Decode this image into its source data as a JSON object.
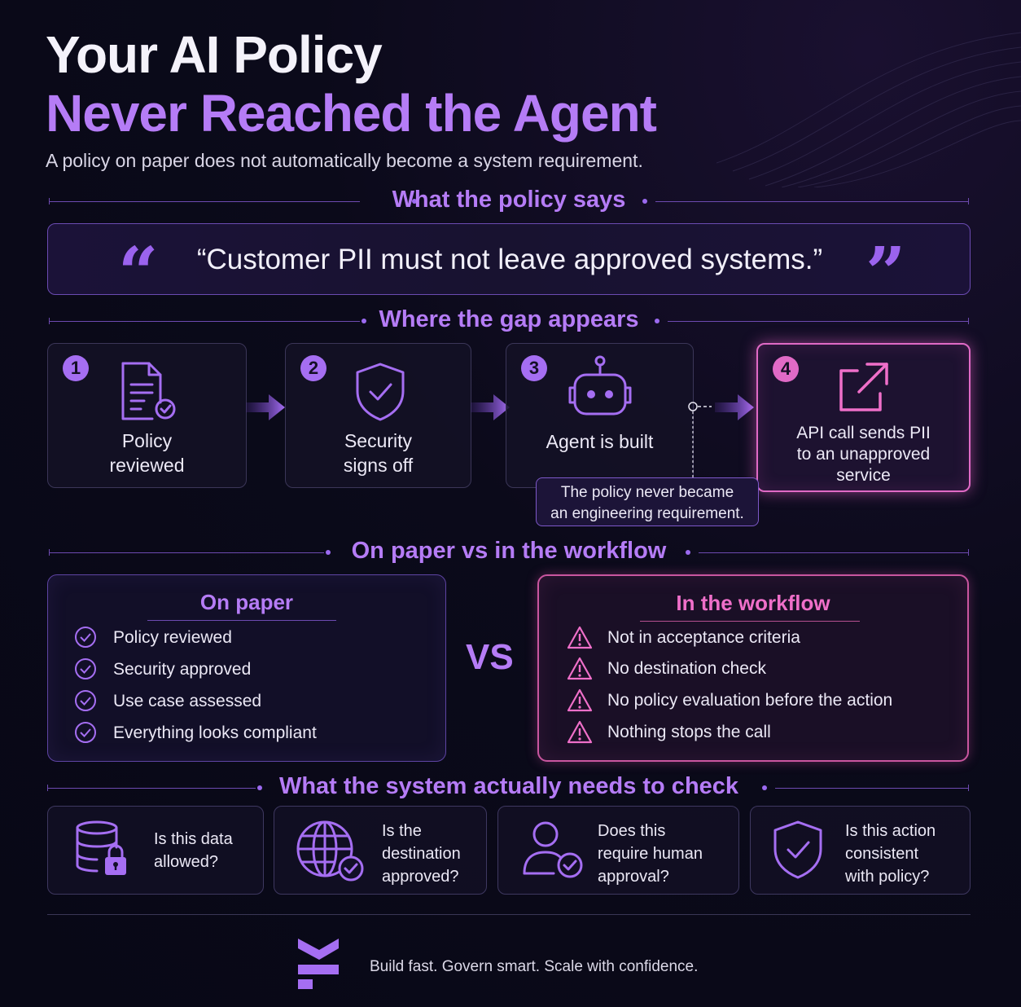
{
  "header": {
    "title_line1": "Your AI Policy",
    "title_line2": "Never Reached the Agent",
    "subtitle": "A policy on paper does not automatically become a system requirement."
  },
  "sections": {
    "policy_says": "What the policy says",
    "gap_appears": "Where the gap appears",
    "paper_vs_workflow": "On paper vs in the workflow",
    "system_checks": "What the system actually needs to check"
  },
  "quote": {
    "text": "“Customer PII must not leave approved systems.”"
  },
  "steps": [
    {
      "number": "1",
      "label_line1": "Policy",
      "label_line2": "reviewed",
      "icon": "document-check-icon"
    },
    {
      "number": "2",
      "label_line1": "Security",
      "label_line2": "signs off",
      "icon": "shield-check-icon"
    },
    {
      "number": "3",
      "label_line1": "Agent is built",
      "icon": "robot-icon"
    },
    {
      "number": "4",
      "label_line1": "API call sends PII",
      "label_line2": "to an unapproved",
      "label_line3": "service",
      "icon": "external-link-icon"
    }
  ],
  "gap_note": {
    "line1": "The policy never became",
    "line2": "an engineering requirement."
  },
  "comparison": {
    "paper": {
      "title": "On paper",
      "items": [
        "Policy reviewed",
        "Security approved",
        "Use case assessed",
        "Everything looks compliant"
      ]
    },
    "vs_label": "VS",
    "workflow": {
      "title": "In the workflow",
      "items": [
        "Not in acceptance criteria",
        "No destination check",
        "No policy evaluation before the action",
        "Nothing stops the call"
      ]
    }
  },
  "checks": [
    {
      "lines": [
        "Is this data",
        "allowed?"
      ],
      "icon": "database-lock-icon"
    },
    {
      "lines": [
        "Is the",
        "destination",
        "approved?"
      ],
      "icon": "globe-check-icon"
    },
    {
      "lines": [
        "Does this",
        "require human",
        "approval?"
      ],
      "icon": "user-check-icon"
    },
    {
      "lines": [
        "Is this action",
        "consistent",
        "with policy?"
      ],
      "icon": "shield-check-icon"
    }
  ],
  "footer": {
    "tagline": "Build fast. Govern smart. Scale with confidence."
  },
  "colors": {
    "accent_purple": "#b57cf6",
    "alert_pink": "#e06ac6",
    "background": "#0b0a1a"
  }
}
